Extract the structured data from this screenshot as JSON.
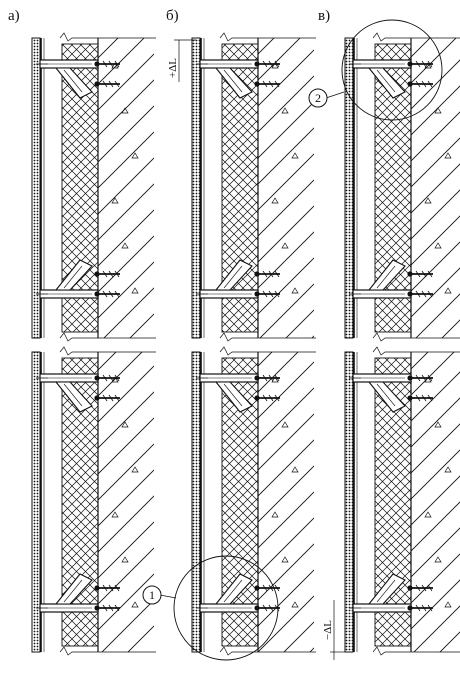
{
  "figure": {
    "panels": [
      {
        "label": "а)",
        "annotation": "",
        "callout": null
      },
      {
        "label": "б)",
        "annotation": "+ΔL",
        "callout": "1"
      },
      {
        "label": "в)",
        "annotation": "−ΔL",
        "callout": "2"
      }
    ],
    "colors": {
      "ink": "#111111",
      "paper": "#ffffff"
    }
  }
}
